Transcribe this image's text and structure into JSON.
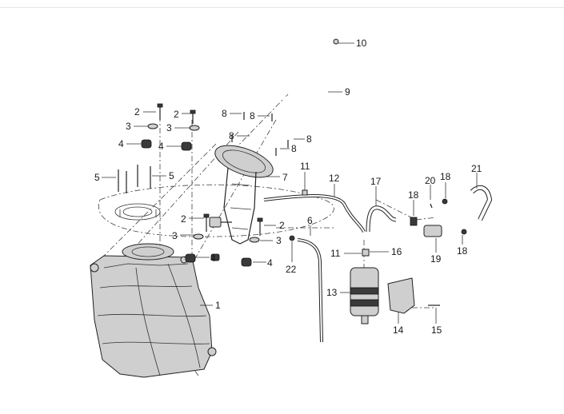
{
  "diagram": {
    "callouts": [
      "1",
      "2",
      "2",
      "2",
      "2",
      "3",
      "3",
      "3",
      "3",
      "4",
      "4",
      "4",
      "4",
      "5",
      "5",
      "6",
      "7",
      "8",
      "8",
      "8",
      "8",
      "8",
      "9",
      "10",
      "11",
      "11",
      "12",
      "13",
      "14",
      "15",
      "16",
      "17",
      "18",
      "18",
      "18",
      "19",
      "20",
      "21",
      "22"
    ]
  }
}
